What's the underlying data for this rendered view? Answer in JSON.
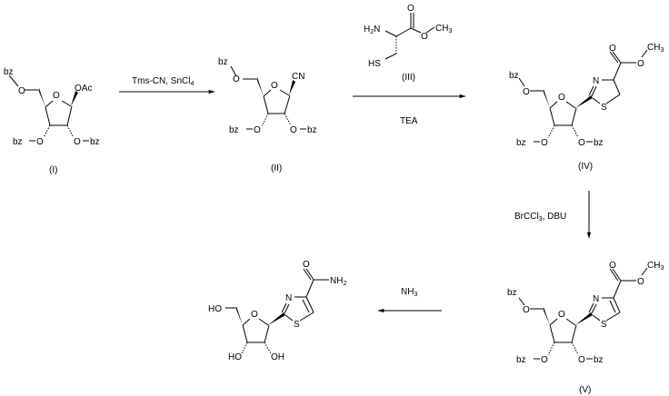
{
  "diagram": {
    "type": "reaction-scheme",
    "compounds": [
      {
        "id": "I",
        "label": "(I)",
        "substituents": {
          "c5": "bz",
          "c1": "OAc",
          "c3": "bz",
          "c2": "bz"
        }
      },
      {
        "id": "II",
        "label": "(II)",
        "substituents": {
          "c5": "bz",
          "c1": "CN",
          "c3": "bz",
          "c2": "bz"
        }
      },
      {
        "id": "III",
        "label": "(III)",
        "groups": {
          "amine": "H2N",
          "thiol": "HS",
          "ester_o": "O",
          "methyl": "CH3",
          "carbonyl_o": "O"
        }
      },
      {
        "id": "IV",
        "label": "(IV)",
        "ring": "thiazoline",
        "substituents": {
          "c5": "bz",
          "c3": "bz",
          "c2": "bz",
          "ester_methyl": "CH3"
        }
      },
      {
        "id": "V",
        "label": "(V)",
        "ring": "thiazole",
        "substituents": {
          "c5": "bz",
          "c3": "bz",
          "c2": "bz",
          "ester_methyl": "CH3"
        }
      },
      {
        "id": "VI",
        "label": "",
        "ring": "thiazole",
        "groups": {
          "c5": "HO",
          "c3": "HO",
          "c2": "OH",
          "amide": "NH2"
        }
      }
    ],
    "reagents": {
      "step1": {
        "main": "Tms-CN, SnCl",
        "sub": "4"
      },
      "step2": {
        "main": "TEA"
      },
      "step3": {
        "main": "BrCCl",
        "sub": "3",
        "rest": ",  DBU"
      },
      "step4": {
        "main": "NH",
        "sub": "3"
      }
    },
    "atoms": {
      "O": "O",
      "N": "N",
      "S": "S",
      "bz": "bz",
      "OAc": "OAc",
      "CN": "CN",
      "H": "H",
      "N_amine": "N",
      "two": "2",
      "HS": "HS",
      "C": "C",
      "H3": "H",
      "three": "3",
      "HO": "HO",
      "OH": "OH",
      "NH": "NH"
    }
  }
}
